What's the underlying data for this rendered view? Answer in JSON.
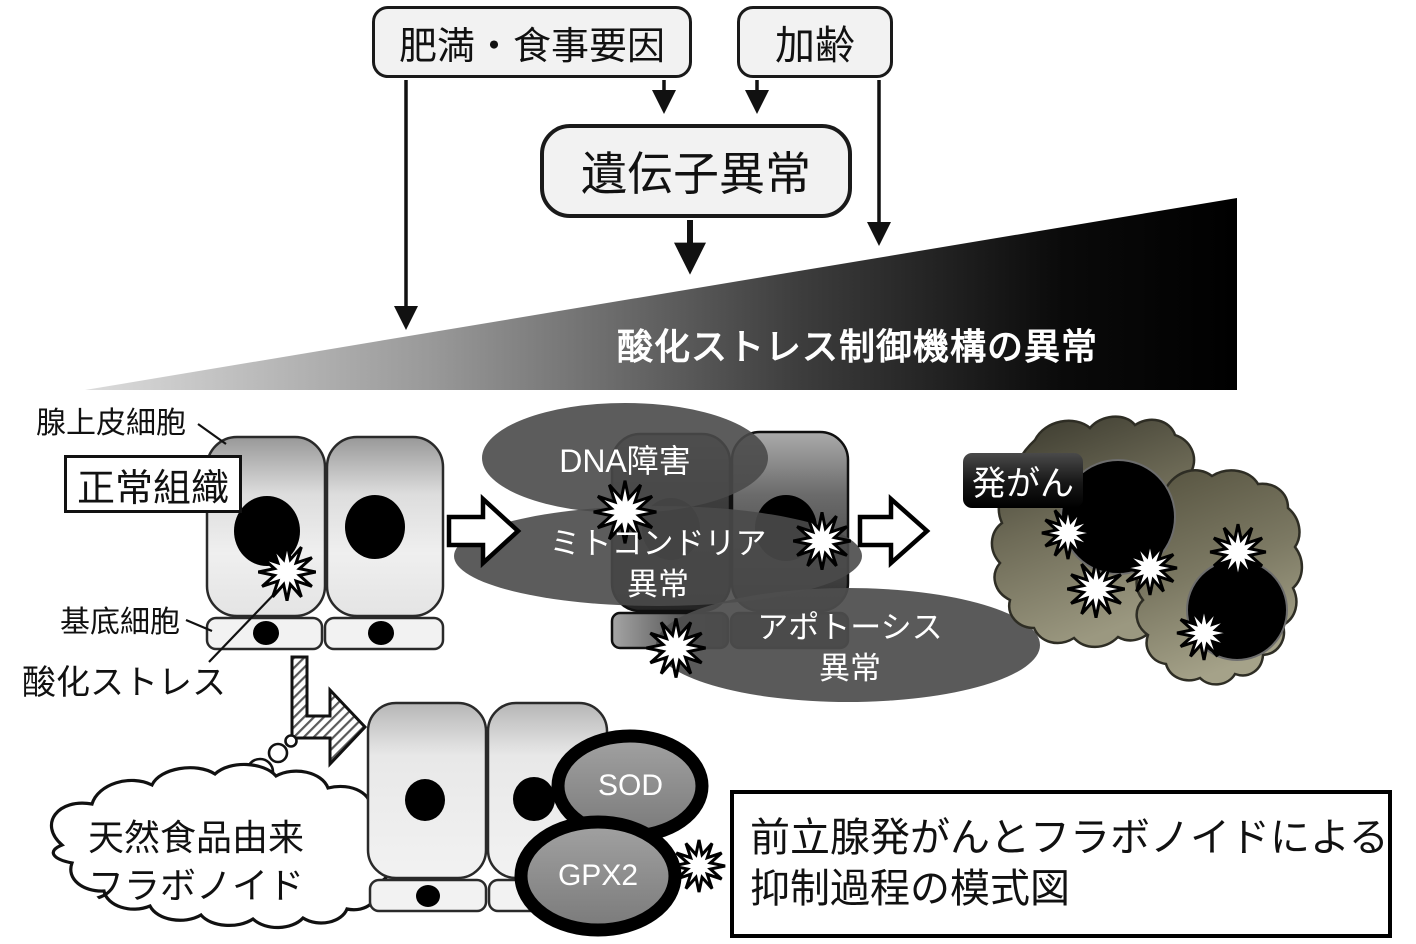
{
  "diagram": {
    "top_flow": {
      "box_obesity_diet": "肥満・食事要因",
      "box_aging": "加齢",
      "box_genetic_abnormality": "遺伝子異常"
    },
    "wedge": {
      "label": "酸化ストレス制御機構の異常",
      "gradient_start": "#d9d9d9",
      "gradient_end": "#000000"
    },
    "normal_tissue": {
      "label_gland_epithelial_cell": "腺上皮細胞",
      "box_normal_tissue": "正常組織",
      "label_basal_cell": "基底細胞",
      "label_oxidative_stress": "酸化ストレス"
    },
    "damage_stage": {
      "ellipse_dna_damage": "DNA障害",
      "ellipse_mitochondria_line1": "ミトコンドリア",
      "ellipse_mitochondria_line2": "異常",
      "ellipse_apoptosis_line1": "アポトーシス",
      "ellipse_apoptosis_line2": "異常"
    },
    "cancer_stage": {
      "label_carcinogenesis": "発がん",
      "blob_color": "#6f6c58"
    },
    "suppression": {
      "cloud_line1": "天然食品由来",
      "cloud_line2": "フラボノイド",
      "enzyme_sod": "SOD",
      "enzyme_gpx2": "GPX2",
      "enzyme_fill": "#8c8c8c"
    },
    "caption": {
      "line1": "前立腺発がんとフラボノイドによる",
      "line2": "抑制過程の模式図"
    }
  }
}
